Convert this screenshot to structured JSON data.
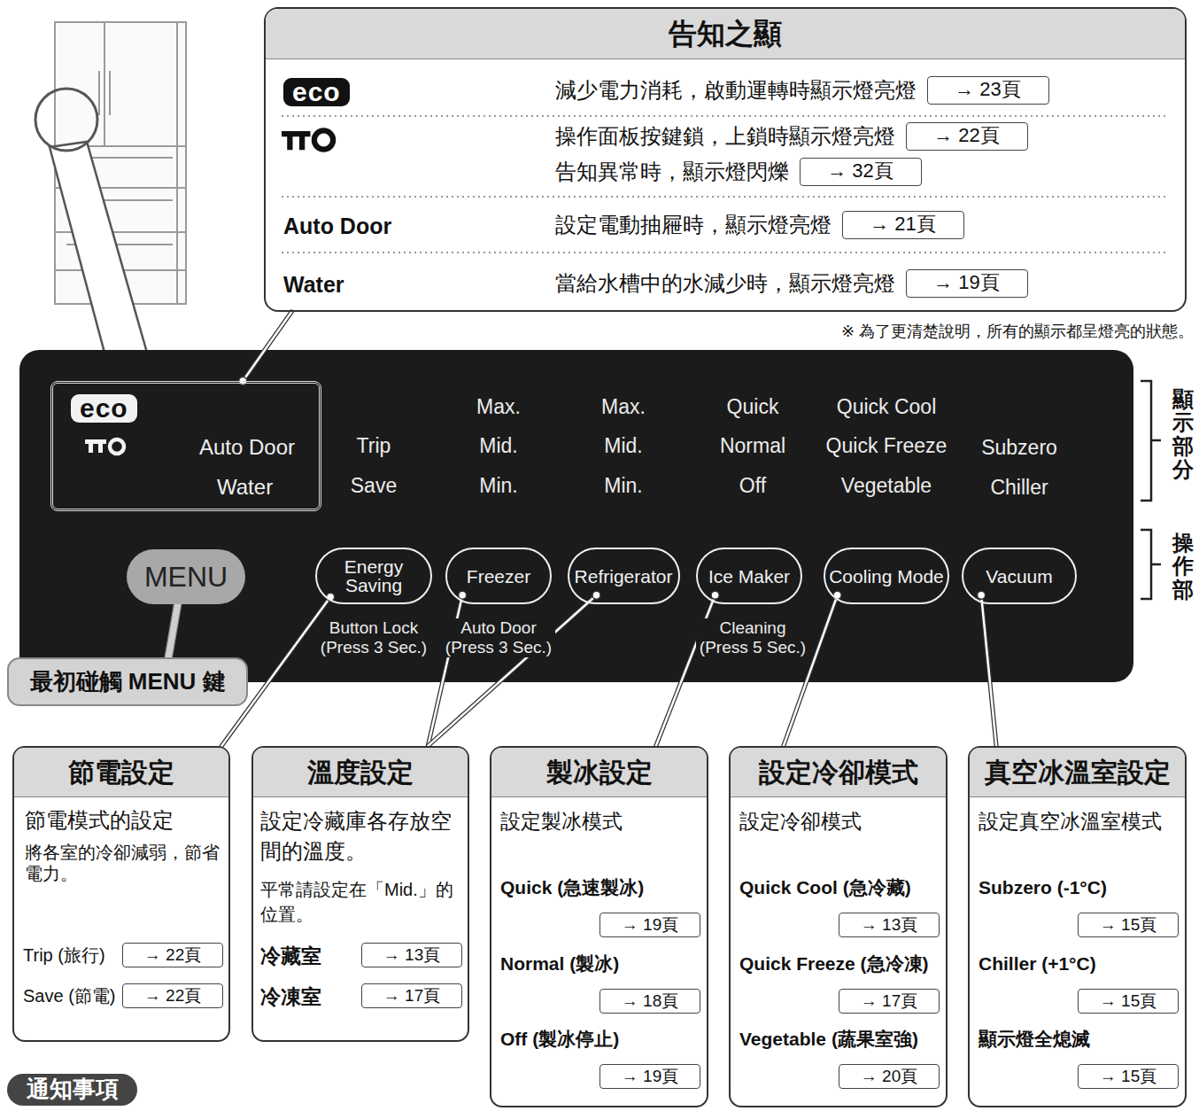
{
  "diagram": {
    "nodes": [
      {
        "text": [
          "告知之顯",
          "eco",
          "減少電力消耗，啟動運轉時顯示燈亮燈",
          "操作面板按鍵鎖，上鎖時顯示燈亮燈",
          "告知異常時，顯示燈閃爍",
          "Auto Door",
          "設定電動抽屜時，顯示燈亮燈",
          "Water",
          "當給水槽中的水減少時，顯示燈亮燈"
        ]
      },
      {
        "text": [
          "→ 23頁"
        ],
        "in": 0
      },
      {
        "text": [
          "→ 22頁"
        ],
        "in": 0
      },
      {
        "text": [
          "→ 32頁"
        ],
        "in": 0
      },
      {
        "text": [
          "→ 21頁"
        ],
        "in": 0
      },
      {
        "text": [
          "→ 19頁"
        ],
        "in": 0
      },
      {
        "text": [
          "eco",
          "Auto Door",
          "Water"
        ]
      },
      {
        "text": [
          "MENU"
        ]
      },
      {
        "text": [
          "Energy Saving"
        ]
      },
      {
        "text": [
          "Freezer"
        ]
      },
      {
        "text": [
          "Refrigerator"
        ]
      },
      {
        "text": [
          "Ice Maker"
        ]
      },
      {
        "text": [
          "Cooling Mode"
        ]
      },
      {
        "text": [
          "Vacuum"
        ]
      },
      {
        "text": [
          "最初碰觸 MENU 鍵"
        ]
      },
      {
        "text": [
          "節電設定",
          "節電模式的設定",
          "將各室的冷卻減弱，節省電力。",
          "Trip (旅行)",
          "Save (節電)"
        ]
      },
      {
        "text": [
          "→ 22頁"
        ],
        "in": 15
      },
      {
        "text": [
          "→ 22頁"
        ],
        "in": 15
      },
      {
        "text": [
          "溫度設定",
          "設定冷藏庫各存放空間的溫度。",
          "平常請設定在「Mid.」的位置。",
          "冷藏室",
          "冷凍室"
        ]
      },
      {
        "text": [
          "→ 13頁"
        ],
        "in": 18
      },
      {
        "text": [
          "→ 17頁"
        ],
        "in": 18
      },
      {
        "text": [
          "製冰設定",
          "設定製冰模式",
          "Quick (急速製冰)",
          "Normal (製冰)",
          "Off (製冰停止)"
        ]
      },
      {
        "text": [
          "→ 19頁"
        ],
        "in": 21
      },
      {
        "text": [
          "→ 18頁"
        ],
        "in": 21
      },
      {
        "text": [
          "→ 19頁"
        ],
        "in": 21
      },
      {
        "text": [
          "設定冷卻模式",
          "設定冷卻模式",
          "Quick Cool (急冷藏)",
          "Quick Freeze (急冷凍)",
          "Vegetable (蔬果室強)"
        ]
      },
      {
        "text": [
          "→ 13頁"
        ],
        "in": 25
      },
      {
        "text": [
          "→ 17頁"
        ],
        "in": 25
      },
      {
        "text": [
          "→ 20頁"
        ],
        "in": 25
      },
      {
        "text": [
          "真空冰溫室設定",
          "設定真空冰溫室模式",
          "Subzero (-1°C)",
          "Chiller (+1°C)",
          "顯示燈全熄滅"
        ]
      },
      {
        "text": [
          "→ 15頁"
        ],
        "in": 29
      },
      {
        "text": [
          "→ 15頁"
        ],
        "in": 29
      },
      {
        "text": [
          "→ 15頁"
        ],
        "in": 29
      },
      {
        "text": [
          "通知事項"
        ]
      }
    ],
    "edges": [
      {
        "from": 6,
        "to": 0,
        "arrow": "none"
      },
      {
        "from": 8,
        "to": 15,
        "arrow": "none"
      },
      {
        "from": 9,
        "to": 18,
        "arrow": "none"
      },
      {
        "from": 10,
        "to": 18,
        "arrow": "none"
      },
      {
        "from": 11,
        "to": 21,
        "arrow": "none"
      },
      {
        "from": 12,
        "to": 25,
        "arrow": "none"
      },
      {
        "from": 13,
        "to": 29,
        "arrow": "none"
      },
      {
        "from": 14,
        "to": 7,
        "arrow": "none"
      }
    ],
    "labels": [
      "※ 為了更清楚說明，所有的顯示都呈燈亮的狀態。",
      "Trip",
      "Save",
      "Max.",
      "Mid.",
      "Min.",
      "Max.",
      "Mid.",
      "Min.",
      "Quick",
      "Normal",
      "Off",
      "Quick Cool",
      "Quick Freeze",
      "Vegetable",
      "Subzero",
      "Chiller",
      "顯示部分",
      "操作部",
      "Button Lock (Press 3 Sec.)",
      "Auto Door (Press 3 Sec.)",
      "Cleaning (Press 5 Sec.)"
    ]
  }
}
